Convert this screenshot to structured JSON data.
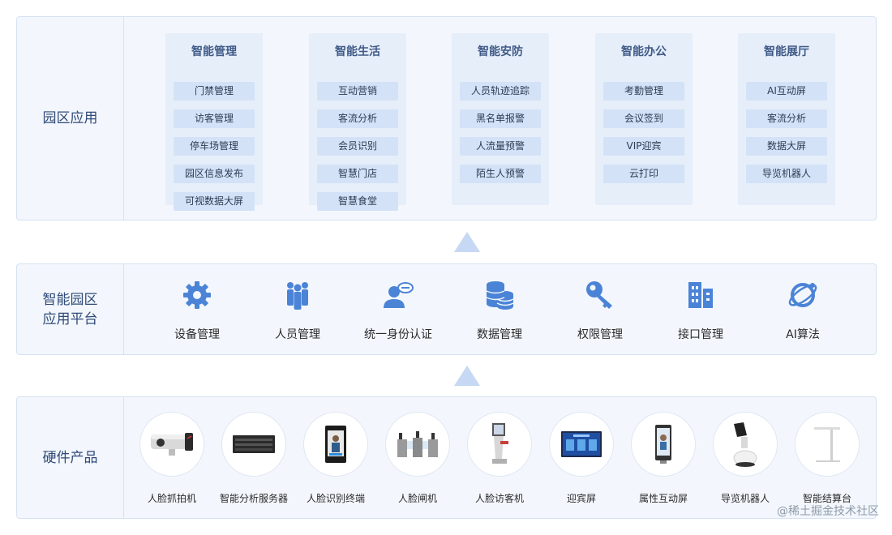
{
  "layers": {
    "apps": {
      "label": "园区应用",
      "columns": [
        {
          "title": "智能管理",
          "items": [
            "门禁管理",
            "访客管理",
            "停车场管理",
            "园区信息发布",
            "可视数据大屏"
          ]
        },
        {
          "title": "智能生活",
          "items": [
            "互动营销",
            "客流分析",
            "会员识别",
            "智慧门店",
            "智慧食堂"
          ]
        },
        {
          "title": "智能安防",
          "items": [
            "人员轨迹追踪",
            "黑名单报警",
            "人流量预警",
            "陌生人预警"
          ]
        },
        {
          "title": "智能办公",
          "items": [
            "考勤管理",
            "会议签到",
            "VIP迎宾",
            "云打印"
          ]
        },
        {
          "title": "智能展厅",
          "items": [
            "AI互动屏",
            "客流分析",
            "数据大屏",
            "导览机器人"
          ]
        }
      ]
    },
    "platform": {
      "label": "智能园区\n应用平台",
      "items": [
        {
          "label": "设备管理",
          "icon": "gear-icon"
        },
        {
          "label": "人员管理",
          "icon": "people-icon"
        },
        {
          "label": "统一身份认证",
          "icon": "identity-icon"
        },
        {
          "label": "数据管理",
          "icon": "database-icon"
        },
        {
          "label": "权限管理",
          "icon": "key-icon"
        },
        {
          "label": "接口管理",
          "icon": "building-icon"
        },
        {
          "label": "AI算法",
          "icon": "planet-icon"
        }
      ]
    },
    "hardware": {
      "label": "硬件产品",
      "items": [
        {
          "label": "人脸抓拍机",
          "icon": "camera-icon"
        },
        {
          "label": "智能分析服务器",
          "icon": "server-icon"
        },
        {
          "label": "人脸识别终端",
          "icon": "face-terminal-icon"
        },
        {
          "label": "人脸闸机",
          "icon": "turnstile-icon"
        },
        {
          "label": "人脸访客机",
          "icon": "visitor-kiosk-icon"
        },
        {
          "label": "迎宾屏",
          "icon": "welcome-screen-icon"
        },
        {
          "label": "属性互动屏",
          "icon": "interactive-screen-icon"
        },
        {
          "label": "导览机器人",
          "icon": "robot-icon"
        },
        {
          "label": "智能结算台",
          "icon": "checkout-desk-icon"
        }
      ]
    }
  },
  "colors": {
    "panel_bg": "#f3f7fd",
    "border": "#d5e1f3",
    "icon": "#4b84d6",
    "arrow": "#c6d8f3"
  },
  "watermark": "@稀土掘金技术社区"
}
